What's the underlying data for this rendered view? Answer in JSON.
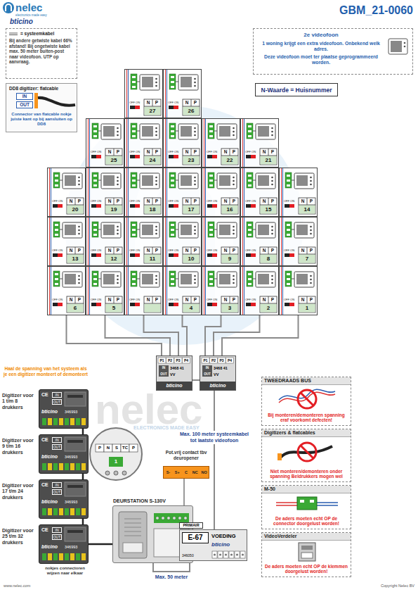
{
  "diagram": {
    "title": "GBM_21-0060",
    "nodes": [
      {
        "text": [
          "= systeemkabel",
          "Bij andere getwiste kabel 66% afstand! Bij ongetwiste kabel max. 50 meter buiten-post naar videofoon. UTP op aanvraag."
        ]
      },
      {
        "text": [
          "DD8 digitizer: flatcable",
          "IN",
          "OUT",
          "Connector van flatcable nokje juiste kant op bij aansluiten op DD8"
        ]
      },
      {
        "text": [
          "2e videofoon",
          "1 woning krijgt een extra videofoon. Onbekend welk adres.",
          "Deze videofoon moet ter plaatse geprogrammeerd worden."
        ]
      },
      {
        "text": [
          "N-Waarde = Huisnummer"
        ]
      },
      {
        "text": [
          "OFF ON",
          "N",
          "P",
          "27"
        ]
      },
      {
        "text": [
          "OFF ON",
          "N",
          "P",
          "26"
        ]
      },
      {
        "text": [
          "OFF ON",
          "N",
          "P",
          "25"
        ]
      },
      {
        "text": [
          "OFF ON",
          "N",
          "P",
          "24"
        ]
      },
      {
        "text": [
          "OFF ON",
          "N",
          "P",
          "23"
        ]
      },
      {
        "text": [
          "OFF ON",
          "N",
          "P",
          "22"
        ]
      },
      {
        "text": [
          "OFF ON",
          "N",
          "P",
          "21"
        ]
      },
      {
        "text": [
          "OFF ON",
          "N",
          "P",
          "20"
        ]
      },
      {
        "text": [
          "OFF ON",
          "N",
          "P",
          "19"
        ]
      },
      {
        "text": [
          "OFF ON",
          "N",
          "P",
          "18"
        ]
      },
      {
        "text": [
          "OFF ON",
          "N",
          "P",
          "17"
        ]
      },
      {
        "text": [
          "OFF ON",
          "N",
          "P",
          "16"
        ]
      },
      {
        "text": [
          "OFF ON",
          "N",
          "P",
          "15"
        ]
      },
      {
        "text": [
          "OFF ON",
          "N",
          "P",
          "14"
        ]
      },
      {
        "text": [
          "OFF ON",
          "N",
          "P",
          "13"
        ]
      },
      {
        "text": [
          "OFF ON",
          "N",
          "P",
          "12"
        ]
      },
      {
        "text": [
          "OFF ON",
          "N",
          "P",
          "11"
        ]
      },
      {
        "text": [
          "OFF ON",
          "N",
          "P",
          "10"
        ]
      },
      {
        "text": [
          "OFF ON",
          "N",
          "P",
          "9"
        ]
      },
      {
        "text": [
          "OFF ON",
          "N",
          "P",
          "8"
        ]
      },
      {
        "text": [
          "OFF ON",
          "N",
          "P",
          "7"
        ]
      },
      {
        "text": [
          "OFF ON",
          "N",
          "P",
          "6"
        ]
      },
      {
        "text": [
          "OFF ON",
          "N",
          "P",
          "5"
        ]
      },
      {
        "text": [
          "OFF ON",
          "N",
          "P"
        ]
      },
      {
        "text": [
          "OFF ON",
          "N",
          "P",
          "4"
        ]
      },
      {
        "text": [
          "OFF ON",
          "N",
          "P",
          "3"
        ]
      },
      {
        "text": [
          "OFF ON",
          "N",
          "P",
          "2"
        ]
      },
      {
        "text": [
          "OFF ON",
          "N",
          "P",
          "1"
        ]
      },
      {
        "text": [
          "P1",
          "P2",
          "P3",
          "P4",
          "IN",
          "OUT",
          "3468 41",
          "VV",
          "bticino"
        ]
      },
      {
        "text": [
          "P1",
          "P2",
          "P3",
          "P4",
          "IN",
          "OUT",
          "3468 41",
          "VV",
          "bticino"
        ]
      },
      {
        "text": [
          "Digitizer voor 1 t/m 8 drukkers",
          "CE",
          "IN",
          "OUT",
          "bticino",
          "346993"
        ]
      },
      {
        "text": [
          "Digitizer voor 9 t/m 16 drukkers",
          "CE",
          "IN",
          "OUT",
          "bticino",
          "346993"
        ]
      },
      {
        "text": [
          "Digitizer voor 17 t/m 24 drukkers",
          "CE",
          "IN",
          "OUT",
          "bticino",
          "346993"
        ]
      },
      {
        "text": [
          "Digitizer voor 25 t/m 32 drukkers",
          "CE",
          "IN",
          "OUT",
          "bticino",
          "346993"
        ]
      },
      {
        "text": [
          "P",
          "N",
          "S",
          "TC",
          "P",
          "1"
        ]
      },
      {
        "text": [
          "Pot.vrij contact tbv deuropener",
          "S-",
          "S+",
          "C",
          "NC",
          "NO"
        ]
      },
      {
        "text": [
          "DEURSTATION S-130V"
        ]
      },
      {
        "text": [
          "PRIMAIR",
          "E-67",
          "VOEDING",
          "bticino",
          "346050"
        ]
      },
      {
        "text": [
          "TWEEDRAADS BUS",
          "Bij monteren/demonteren spanning eraf voorkomt defecten!"
        ]
      },
      {
        "text": [
          "Digitizers & flatcables",
          "Niet monteren/demonteren onder spanning Beldrukkers mogen wel"
        ]
      },
      {
        "text": [
          "M-50",
          "De aders moeten echt OP de connector doorgelust worden!"
        ]
      },
      {
        "text": [
          "VideoVerdeler",
          "De aders moeten echt OP de klemmen doorgelust worden!"
        ]
      }
    ],
    "edges": [
      {
        "from": 25,
        "to": 32,
        "arrow": "none"
      },
      {
        "from": 26,
        "to": 32,
        "arrow": "none"
      },
      {
        "from": 27,
        "to": 32,
        "arrow": "none"
      },
      {
        "from": 28,
        "to": 32,
        "arrow": "none"
      },
      {
        "from": 29,
        "to": 33,
        "arrow": "none"
      },
      {
        "from": 30,
        "to": 33,
        "arrow": "none"
      },
      {
        "from": 31,
        "to": 33,
        "arrow": "none"
      },
      {
        "from": 32,
        "to": 33,
        "arrow": "none"
      },
      {
        "from": 33,
        "to": 41,
        "label": "Max. 100 meter systeemkabel tot laatste videofoon",
        "arrow": "none"
      },
      {
        "from": 41,
        "to": 40,
        "label": "Max. 50 meter",
        "arrow": "none"
      },
      {
        "from": 34,
        "to": 35,
        "arrow": "none"
      },
      {
        "from": 35,
        "to": 36,
        "arrow": "none"
      },
      {
        "from": 36,
        "to": 37,
        "arrow": "none"
      },
      {
        "from": 37,
        "to": 40,
        "arrow": "none"
      },
      {
        "from": 39,
        "to": 40,
        "arrow": "none"
      }
    ],
    "labels": [
      "nelec",
      "electronics made easy",
      "bticino",
      "nelec",
      "ELECTRONICS MADE EASY",
      "Haal de spanning van het systeem als je een digitizer monteert of demonteert",
      "nokjes connectoren wijzen naar elkaar",
      "www.nelec.com",
      "Copyright Nelec BV"
    ]
  }
}
